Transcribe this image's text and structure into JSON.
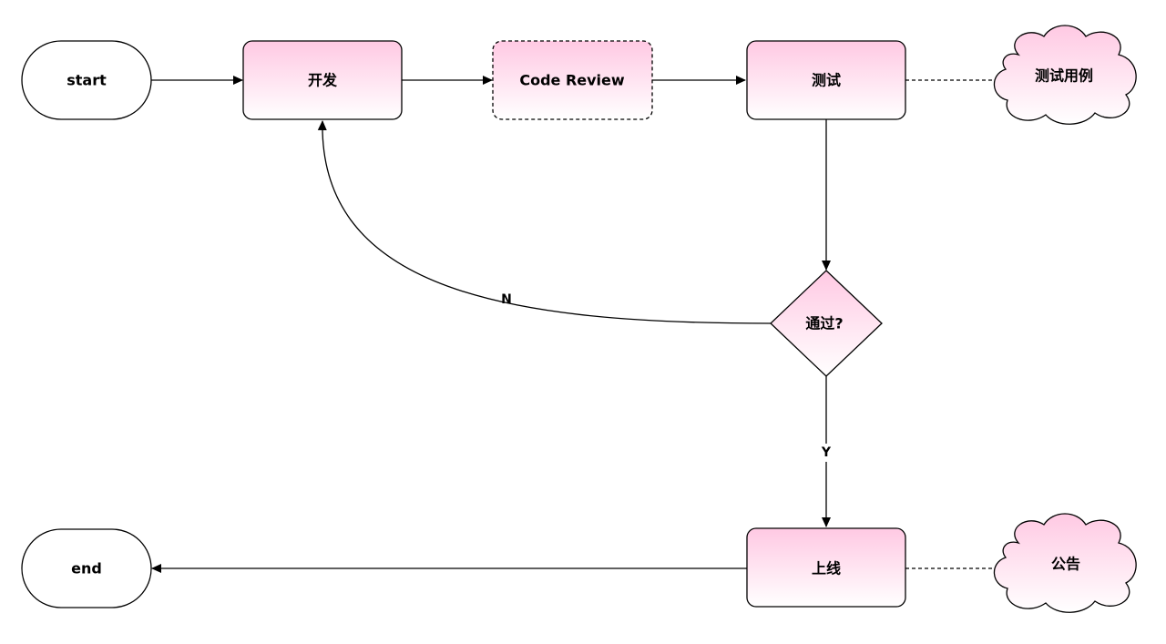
{
  "diagram": {
    "type": "flowchart",
    "colors": {
      "node_fill_top": "#ffc9e3",
      "node_fill_bottom": "#ffffff",
      "terminal_fill": "#ffffff",
      "stroke": "#000000"
    },
    "nodes": {
      "start": {
        "label": "start",
        "shape": "terminal"
      },
      "dev": {
        "label": "开发",
        "shape": "process"
      },
      "review": {
        "label": "Code Review",
        "shape": "process-dashed"
      },
      "test": {
        "label": "测试",
        "shape": "process"
      },
      "test_cases": {
        "label": "测试用例",
        "shape": "cloud"
      },
      "pass": {
        "label": "通过?",
        "shape": "decision"
      },
      "release": {
        "label": "上线",
        "shape": "process"
      },
      "notice": {
        "label": "公告",
        "shape": "cloud"
      },
      "end": {
        "label": "end",
        "shape": "terminal"
      }
    },
    "edges": [
      {
        "from": "start",
        "to": "dev",
        "label": ""
      },
      {
        "from": "dev",
        "to": "review",
        "label": ""
      },
      {
        "from": "review",
        "to": "test",
        "label": ""
      },
      {
        "from": "test",
        "to": "test_cases",
        "label": "",
        "style": "dashed"
      },
      {
        "from": "test",
        "to": "pass",
        "label": ""
      },
      {
        "from": "pass",
        "to": "dev",
        "label": "N"
      },
      {
        "from": "pass",
        "to": "release",
        "label": "Y"
      },
      {
        "from": "release",
        "to": "notice",
        "label": "",
        "style": "dashed"
      },
      {
        "from": "release",
        "to": "end",
        "label": ""
      }
    ],
    "edge_labels": {
      "no": "N",
      "yes": "Y"
    }
  }
}
